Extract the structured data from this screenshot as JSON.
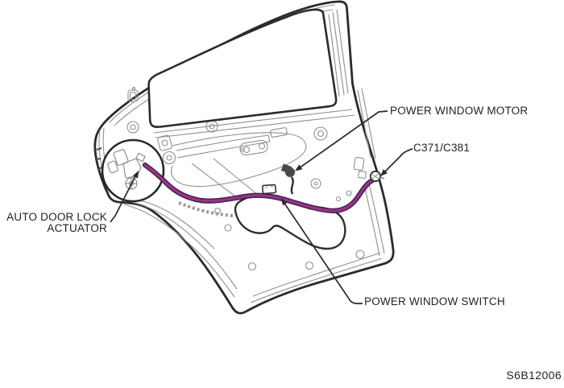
{
  "diagram": {
    "type": "vehicle technical illustration",
    "subject": "Rear door harness routing and component locations",
    "figure_code": "S6B12006",
    "labels": {
      "power_window_motor": "POWER WINDOW MOTOR",
      "connector": "C371/C381",
      "auto_door_lock_line1": "AUTO DOOR LOCK",
      "auto_door_lock_line2": "ACTUATOR",
      "power_window_switch": "POWER WINDOW SWITCH"
    },
    "colors": {
      "outline": "#2b2b2b",
      "detail_gray": "#8f8f8f",
      "harness_magenta": "#9a3090",
      "text": "#231f20",
      "background": "#ffffff"
    }
  }
}
